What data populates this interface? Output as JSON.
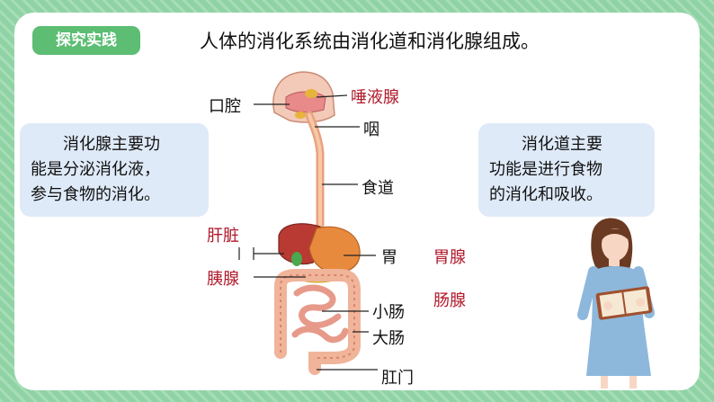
{
  "tag": "探究实践",
  "heading": "人体的消化系统由消化道和消化腺组成。",
  "left_note": [
    "　　消化腺主要功",
    "能是分泌消化液，",
    "参与食物的消化。"
  ],
  "right_note": [
    "　　消化道主要",
    "功能是进行食物",
    "的消化和吸收。"
  ],
  "labels": {
    "mouth": "口腔",
    "salivary": "唾液腺",
    "pharynx": "咽",
    "esophagus": "食道",
    "liver": "肝脏",
    "stomach": "胃",
    "gastric_gland": "胃腺",
    "pancreas": "胰腺",
    "small_intestine": "小肠",
    "intestinal_gland": "肠腺",
    "large_intestine": "大肠",
    "anus": "肛门"
  },
  "colors": {
    "frame_green": "#8fd3a4",
    "tag_green": "#5cbd73",
    "note_blue": "#dfeaf8",
    "gland_red": "#b0182a"
  }
}
